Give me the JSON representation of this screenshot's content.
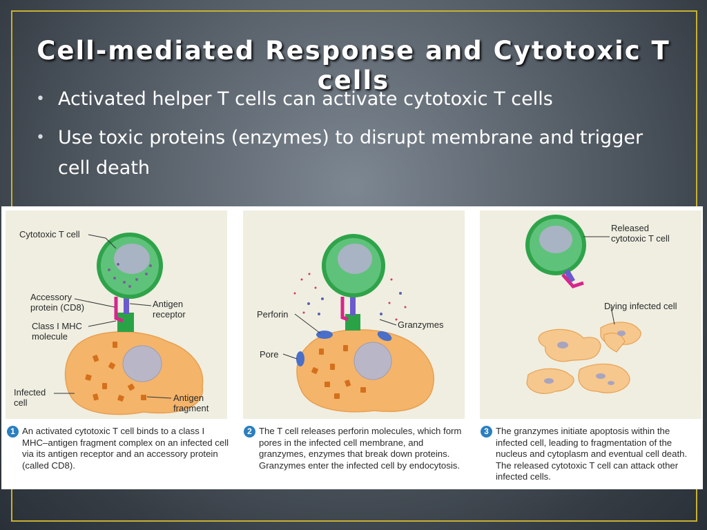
{
  "slide": {
    "title": "Cell-mediated Response and Cytotoxic T cells",
    "bullets": [
      "Activated helper T cells can activate cytotoxic T cells",
      "Use toxic proteins (enzymes) to disrupt membrane and trigger cell death"
    ]
  },
  "colors": {
    "frame": "#c9b22e",
    "panel_bg": "#efeee1",
    "step_badge": "#2a7fc0",
    "tcell": "#2fa34a",
    "infected": "#f4b46a"
  },
  "figure": {
    "panel1": {
      "labels": {
        "cytotoxic_t_cell": "Cytotoxic T cell",
        "accessory_protein": "Accessory\nprotein (CD8)",
        "antigen_receptor": "Antigen\nreceptor",
        "class_mhc": "Class I MHC\nmolecule",
        "infected_cell": "Infected\ncell",
        "antigen_fragment": "Antigen\nfragment"
      },
      "step": "1",
      "caption": "An activated cytotoxic T cell binds to a class I MHC–antigen fragment complex on an infected cell via its antigen receptor and an accessory protein (called CD8)."
    },
    "panel2": {
      "labels": {
        "perforin": "Perforin",
        "granzymes": "Granzymes",
        "pore": "Pore"
      },
      "step": "2",
      "caption": "The T cell releases perforin molecules, which form pores in the infected cell membrane, and granzymes, enzymes that break down proteins. Granzymes enter the infected cell by endocytosis."
    },
    "panel3": {
      "labels": {
        "released_t_cell": "Released\ncytotoxic T cell",
        "dying_cell": "Dying infected cell"
      },
      "step": "3",
      "caption": "The granzymes initiate apoptosis within the infected cell, leading to fragmentation of the nucleus and cytoplasm and eventual cell death. The released cytotoxic T cell can attack other infected cells."
    }
  }
}
